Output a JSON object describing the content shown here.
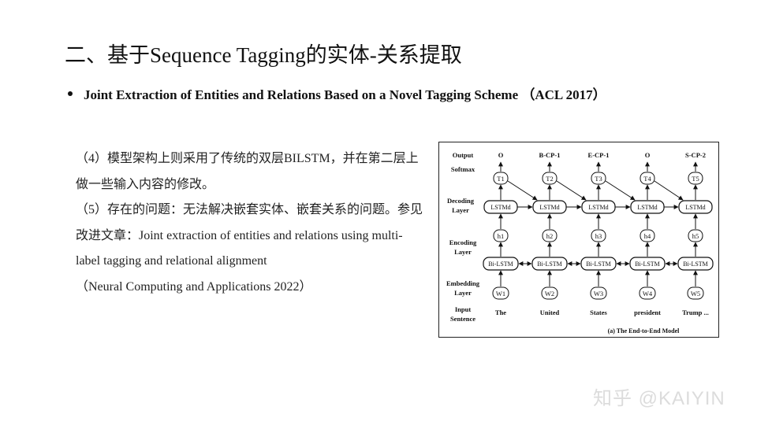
{
  "slide": {
    "title": "二、基于Sequence Tagging的实体-关系提取",
    "bullet": "Joint Extraction of Entities and Relations Based on a Novel Tagging Scheme （ACL 2017）",
    "paragraphs": [
      "（4）模型架构上则采用了传统的双层BILSTM，并在第二层上做一些输入内容的修改。",
      "（5）存在的问题：无法解决嵌套实体、嵌套关系的问题。参见改进文章：Joint extraction of entities and relations using multi-label tagging and relational alignment",
      "（Neural Computing and Applications 2022）"
    ],
    "watermark": "知乎 @KAIYIN"
  },
  "figure": {
    "row_labels": {
      "output": "Output",
      "softmax": "Softmax",
      "decoding_1": "Decoding",
      "decoding_2": "Layer",
      "encoding_1": "Encoding",
      "encoding_2": "Layer",
      "embedding_1": "Embedding",
      "embedding_2": "Layer",
      "input_1": "Input",
      "input_2": "Sentence"
    },
    "outputs": [
      "O",
      "B-CP-1",
      "E-CP-1",
      "O",
      "S-CP-2"
    ],
    "t_nodes": [
      "T1",
      "T2",
      "T3",
      "T4",
      "T5"
    ],
    "decoder_label": "LSTMd",
    "h_nodes": [
      "h1",
      "h2",
      "h3",
      "h4",
      "h5"
    ],
    "encoder_label": "Bi-LSTM",
    "w_nodes": [
      "W1",
      "W2",
      "W3",
      "W4",
      "W5"
    ],
    "words": [
      "The",
      "United",
      "States",
      "president",
      "Trump ..."
    ],
    "caption": "(a) The End-to-End Model"
  }
}
